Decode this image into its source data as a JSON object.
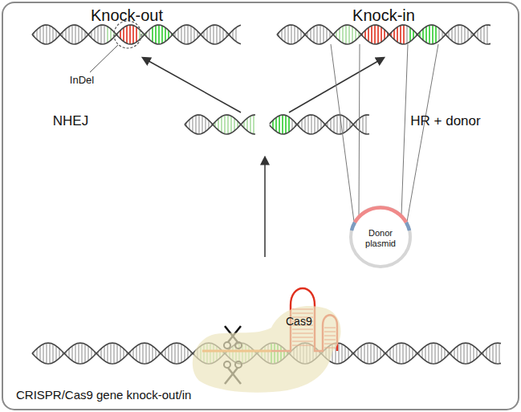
{
  "diagram": {
    "nodes": [
      {
        "text": [
          "CRISPR/Cas9 gene knock-out/in"
        ]
      },
      {
        "text": [
          "Donor plasmid"
        ],
        "in": 0
      },
      {
        "text": [
          "Cas9"
        ],
        "in": 0
      }
    ],
    "labels": [
      "Knock-out",
      "Knock-in",
      "InDel",
      "NHEJ",
      "HR + donor"
    ]
  }
}
